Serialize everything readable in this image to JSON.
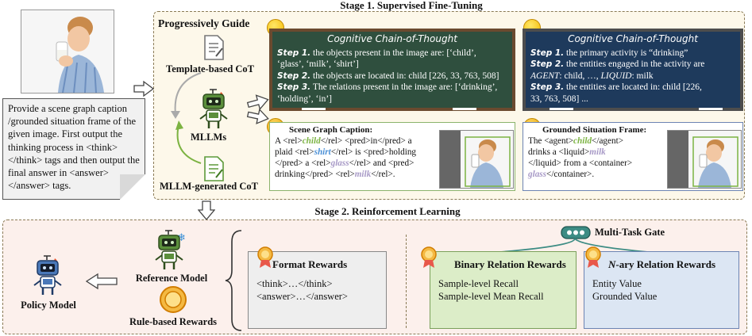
{
  "stage1": {
    "title": "Stage 1. Supervised Fine-Tuning",
    "guide_title": "Progressively Guide",
    "template_cot": "Template-based CoT",
    "mllms": "MLLMs",
    "mllm_cot": "MLLM-generated CoT",
    "board1": {
      "title": "Cognitive Chain-of-Thought",
      "step1_label": "Step 1.",
      "step1_text": " the objects present in the image are: [‘child’,",
      "step1_text2": "‘glass’, ‘milk’, ‘shirt’]",
      "step2_label": "Step 2.",
      "step2_text": " the objects are located in: child [226, 33, 763, 508]",
      "step3_label": "Step 3.",
      "step3_text": " The relations present in the image are: [‘drinking’,",
      "step3_text2": "‘holding’, ‘in’]"
    },
    "board2": {
      "title": "Cognitive Chain-of-Thought",
      "step1_label": "Step 1.",
      "step1_text": " the primary activity is “drinking”",
      "step2_label": "Step 2.",
      "step2_text": " the entities engaged in the activity are",
      "step2_line2_agent": "AGENT",
      "step2_line2_mid": ": child, …, ",
      "step2_line2_liquid": "LIQUID",
      "step2_line2_end": ": milk",
      "step3_label": "Step 3.",
      "step3_text": " the entities are located in: child [226,",
      "step3_text2": "33, 763, 508] ..."
    },
    "caption1": {
      "heading": "Scene Graph Caption:",
      "l1a": "A <rel>",
      "l1_child": "child",
      "l1b": "</rel> <pred>in</pred> a",
      "l2a": "plaid <rel>",
      "l2_shirt": "shirt",
      "l2b": "</rel> is <pred>holding",
      "l3a": "</pred> a <rel>",
      "l3_glass": "glass",
      "l3b": "</rel> and <pred>",
      "l4a": "drinking</pred> <rel>",
      "l4_milk": "milk",
      "l4b": "</rel>."
    },
    "caption2": {
      "heading": "Grounded Situation Frame:",
      "l1a": "The <agent>",
      "l1_child": "child",
      "l1b": "</agent>",
      "l2a": "drinks a <liquid>",
      "l2_milk": "milk",
      "l3": "</liquid> from a <container>",
      "l4_glass": "glass",
      "l4b": "</container>."
    }
  },
  "prompt_text": "Provide a scene graph caption /grounded situation frame of the given image. First output the thinking process in <think> </think> tags and then output the final answer in <answer> </answer> tags.",
  "stage2": {
    "title": "Stage 2. Reinforcement Learning",
    "policy_model": "Policy Model",
    "reference_model": "Reference Model",
    "rule_rewards": "Rule-based Rewards",
    "gate": "Multi-Task Gate",
    "format": {
      "title": "Format Rewards",
      "line1": "<think>…</think>",
      "line2": "<answer>…</answer>"
    },
    "binary": {
      "title": "Binary Relation Rewards",
      "line1": "Sample-level Recall",
      "line2": "Sample-level Mean Recall"
    },
    "nary": {
      "title_n": "N",
      "title_rest": "-ary Relation Rewards",
      "line1": "Entity Value",
      "line2": "Grounded Value"
    }
  },
  "colors": {
    "stage1_bg": "#fdf8ea",
    "stage2_bg": "#fcf0ec",
    "chalkboard_green": "#2f4f3e",
    "chalkboard_blue": "#1e3a5c",
    "child": "#7cb342",
    "shirt": "#4a8fd6",
    "glass_milk": "#a89ac7",
    "binary_reward_bg": "#dcedc8",
    "nary_reward_bg": "#dce6f3",
    "format_reward_bg": "#eeeeee",
    "gate": "#3d8c84"
  }
}
